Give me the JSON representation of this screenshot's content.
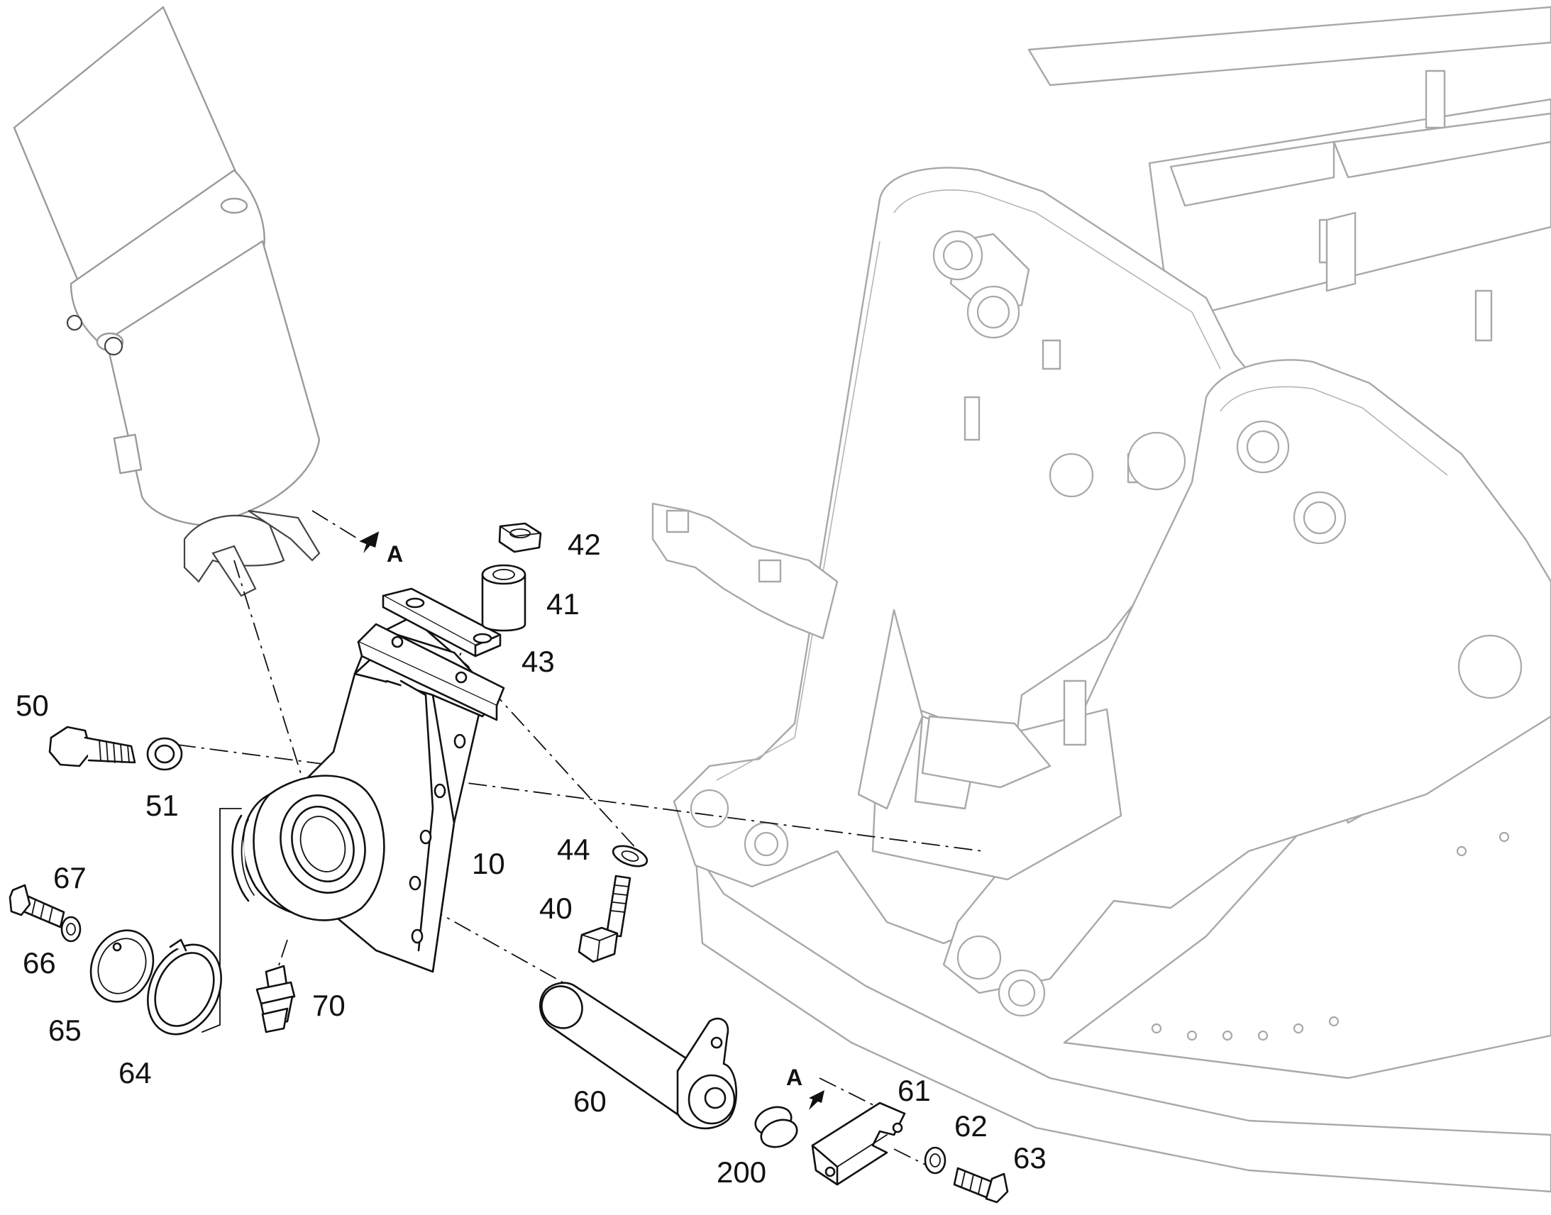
{
  "diagram": {
    "callouts": {
      "c10": "10",
      "c40": "40",
      "c41": "41",
      "c42": "42",
      "c43": "43",
      "c44": "44",
      "c50": "50",
      "c51": "51",
      "c60": "60",
      "c61": "61",
      "c62": "62",
      "c63": "63",
      "c64": "64",
      "c65": "65",
      "c66": "66",
      "c67": "67",
      "c70": "70",
      "c200": "200"
    },
    "view_markers": {
      "upper": "A",
      "lower": "A"
    }
  }
}
